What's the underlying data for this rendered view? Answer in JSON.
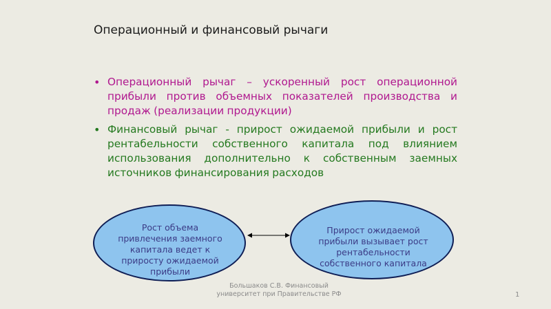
{
  "slide": {
    "title": "Операционный и финансовый рычаги",
    "bullet_marker": "•",
    "bullets": [
      {
        "text": "Операционный рычаг – ускоренный рост операционной прибыли против объемных показателей производства и продаж (реализации продукции)"
      },
      {
        "text": "Финансовый рычаг - прирост ожидаемой прибыли и рост рентабельности собственного капитала под влиянием использования дополнительно к собственным заемных источников финансирования расходов"
      }
    ],
    "left_oval": {
      "text": "Рост объема привлечения заемного капитала ведет к приросту ожидаемой прибыли"
    },
    "right_oval": {
      "text": "Прирост ожидаемой прибыли вызывает рост рентабельности собственного капитала"
    },
    "footer": "Большаков С.В. Финансовый университет при Правительстве РФ",
    "page_number": "1"
  },
  "colors": {
    "background": "#ecebe3",
    "bullet1": "#b0188f",
    "bullet2": "#24791f",
    "oval_fill": "#8ec4ee",
    "oval_border": "#0f1e55",
    "oval_text": "#3b3b86"
  }
}
